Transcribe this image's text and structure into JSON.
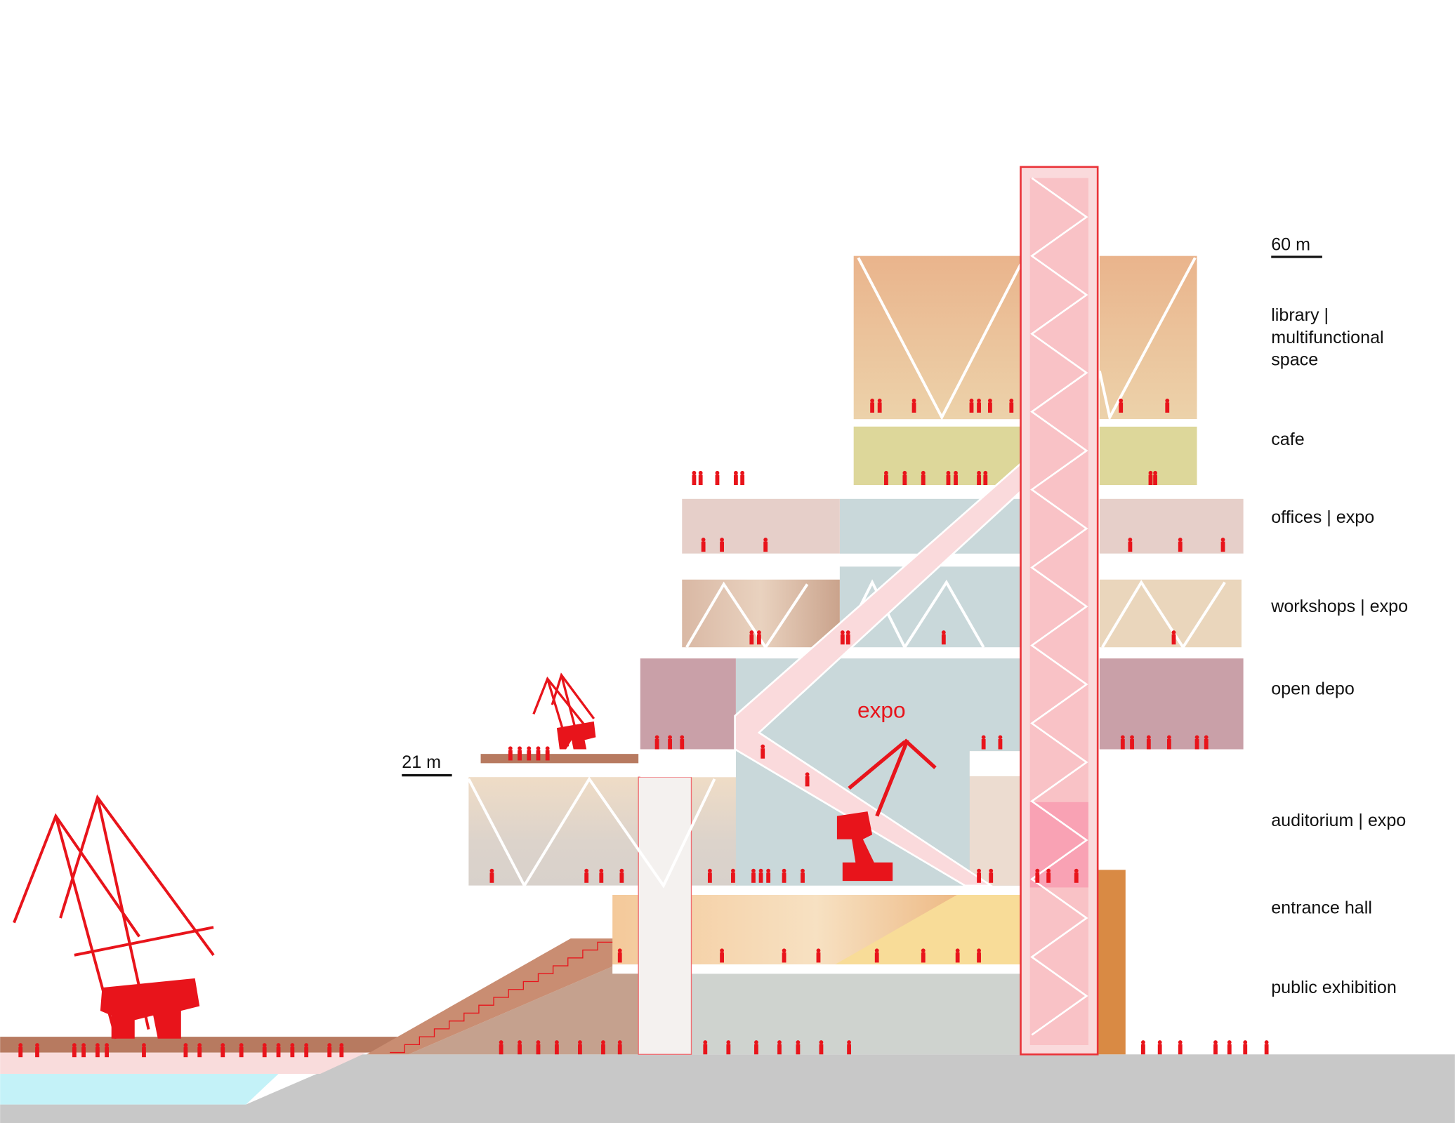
{
  "scale_markers": {
    "top": "60 m",
    "low": "21 m"
  },
  "inline_label": "expo",
  "legend": {
    "library_1": "library |",
    "library_2": "multifunctional",
    "library_3": "space",
    "cafe": "cafe",
    "offices": "offices | expo",
    "workshops": "workshops | expo",
    "open_depo": "open depo",
    "auditorium": "auditorium | expo",
    "entrance": "entrance hall",
    "public": "public exhibition"
  },
  "colors": {
    "accent": "#e8141b",
    "tower": "#f9c2c6",
    "expo_space": "#c9d8da",
    "library": "#e9c79f",
    "cafe": "#ddd79a",
    "depo": "#c9a0a8",
    "ground": "#c8c8c8",
    "water": "#c4f2f8"
  }
}
